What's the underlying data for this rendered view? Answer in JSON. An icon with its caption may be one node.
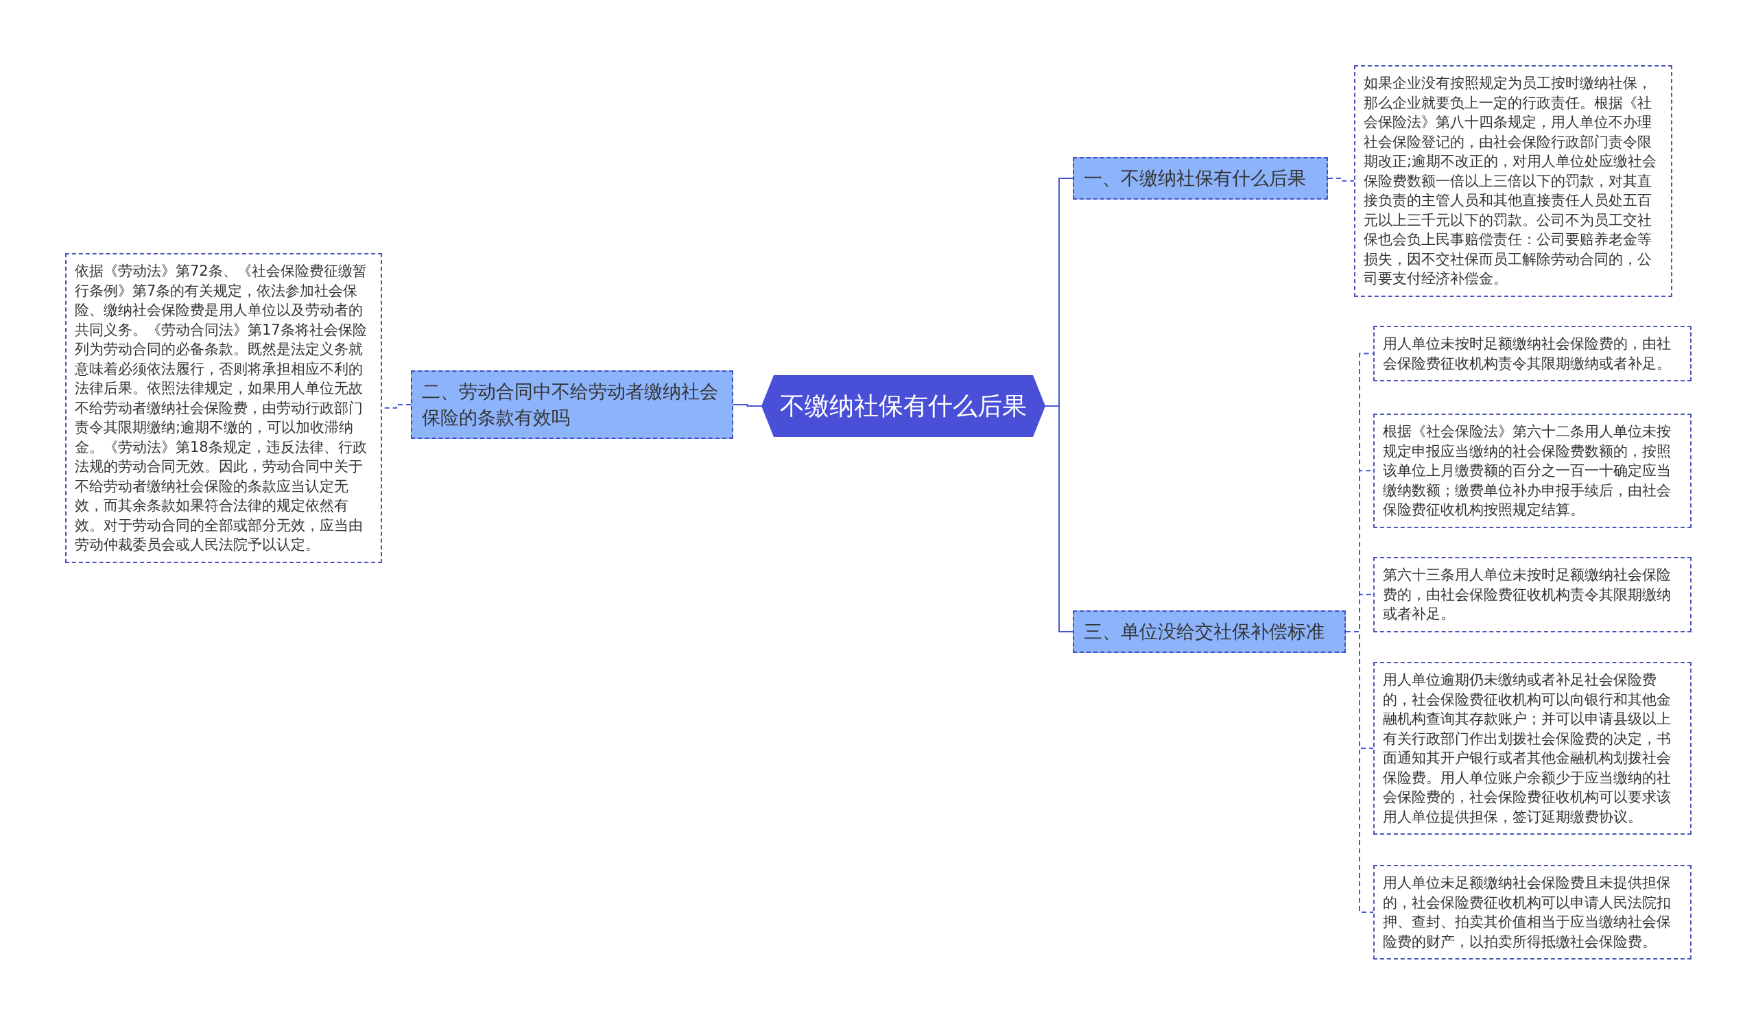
{
  "diagram": {
    "nodes": [
      {
        "text": [
          "不缴纳社保有什么后果"
        ]
      },
      {
        "text": [
          "一、不缴纳社保有什么后果"
        ]
      },
      {
        "text": [
          "如果企业没有按照规定为员工按时缴纳社保，那么企业就要负上一定的行政责任。根据《社会保险法》第八十四条规定，用人单位不办理社会保险登记的，由社会保险行政部门责令限期改正;逾期不改正的，对用人单位处应缴社会保险费数额一倍以上三倍以下的罚款，对其直接负责的主管人员和其他直接责任人员处五百元以上三千元以下的罚款。公司不为员工交社保也会负上民事赔偿责任：公司要赔养老金等损失，因不交社保而员工解除劳动合同的，公司要支付经济补偿金。"
        ]
      },
      {
        "text": [
          "二、劳动合同中不给劳动者缴纳社会保险的条款有效吗"
        ]
      },
      {
        "text": [
          "依据《劳动法》第72条、《社会保险费征缴暂行条例》第7条的有关规定，依法参加社会保险、缴纳社会保险费是用人单位以及劳动者的共同义务。《劳动合同法》第17条将社会保险列为劳动合同的必备条款。既然是法定义务就意味着必须依法履行，否则将承担相应不利的法律后果。依照法律规定，如果用人单位无故不给劳动者缴纳社会保险费，由劳动行政部门责令其限期缴纳;逾期不缴的，可以加收滞纳金。《劳动法》第18条规定，违反法律、行政法规的劳动合同无效。因此，劳动合同中关于不给劳动者缴纳社会保险的条款应当认定无效，而其余条款如果符合法律的规定依然有效。对于劳动合同的全部或部分无效，应当由劳动仲裁委员会或人民法院予以认定。"
        ]
      },
      {
        "text": [
          "三、单位没给交社保补偿标准"
        ]
      },
      {
        "text": [
          "用人单位未按时足额缴纳社会保险费的，由社会保险费征收机构责令其限期缴纳或者补足。"
        ]
      },
      {
        "text": [
          "根据《社会保险法》第六十二条用人单位未按规定申报应当缴纳的社会保险费数额的，按照该单位上月缴费额的百分之一百一十确定应当缴纳数额；缴费单位补办申报手续后，由社会保险费征收机构按照规定结算。"
        ]
      },
      {
        "text": [
          "第六十三条用人单位未按时足额缴纳社会保险费的，由社会保险费征收机构责令其限期缴纳或者补足。"
        ]
      },
      {
        "text": [
          "用人单位逾期仍未缴纳或者补足社会保险费的，社会保险费征收机构可以向银行和其他金融机构查询其存款账户；并可以申请县级以上有关行政部门作出划拨社会保险费的决定，书面通知其开户银行或者其他金融机构划拨社会保险费。用人单位账户余额少于应当缴纳的社会保险费的，社会保险费征收机构可以要求该用人单位提供担保，签订延期缴费协议。"
        ]
      },
      {
        "text": [
          "用人单位未足额缴纳社会保险费且未提供担保的，社会保险费征收机构可以申请人民法院扣押、查封、拍卖其价值相当于应当缴纳社会保险费的财产，以拍卖所得抵缴社会保险费。"
        ]
      }
    ],
    "edges": [
      {
        "from": 0,
        "to": 1,
        "arrow": "none"
      },
      {
        "from": 1,
        "to": 2,
        "arrow": "none",
        "style": "dashed"
      },
      {
        "from": 0,
        "to": 3,
        "arrow": "none"
      },
      {
        "from": 3,
        "to": 4,
        "arrow": "none",
        "style": "dashed"
      },
      {
        "from": 0,
        "to": 5,
        "arrow": "none"
      },
      {
        "from": 5,
        "to": 6,
        "arrow": "none",
        "style": "dashed"
      },
      {
        "from": 5,
        "to": 7,
        "arrow": "none",
        "style": "dashed"
      },
      {
        "from": 5,
        "to": 8,
        "arrow": "none",
        "style": "dashed"
      },
      {
        "from": 5,
        "to": 9,
        "arrow": "none",
        "style": "dashed"
      },
      {
        "from": 5,
        "to": 10,
        "arrow": "none",
        "style": "dashed"
      }
    ]
  }
}
